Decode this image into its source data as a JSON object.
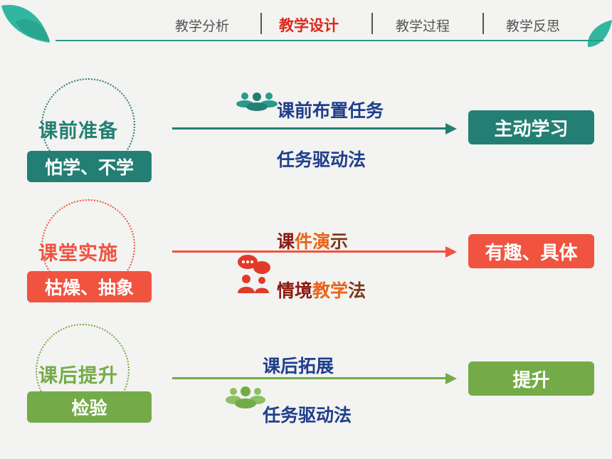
{
  "nav": {
    "items": [
      "教学分析",
      "教学设计",
      "教学过程",
      "教学反思"
    ],
    "active": "教学设计"
  },
  "rows": [
    {
      "stage": "课前准备",
      "problem": "怕学、不学",
      "method_top": "课前布置任务",
      "method_bottom": "任务驱动法",
      "result": "主动学习",
      "color": "#237f74",
      "icon": "group-people-icon"
    },
    {
      "stage": "课堂实施",
      "problem": "枯燥、抽象",
      "method_top_parts": [
        "课",
        "件",
        "演",
        "示"
      ],
      "method_bottom_parts": [
        "情",
        "境",
        "教",
        "学",
        "法"
      ],
      "result": "有趣、具体",
      "color": "#f0533f",
      "icon": "discussion-people-icon"
    },
    {
      "stage": "课后提升",
      "problem": "检验",
      "method_top": "课后拓展",
      "method_bottom": "任务驱动法",
      "result": "提升",
      "color": "#74ab48",
      "icon": "group-people-icon"
    }
  ],
  "colors": {
    "teal": "#237f74",
    "red": "#f0533f",
    "green": "#74ab48",
    "navy": "#1f3f8c",
    "dark_red": "#8b1a0e",
    "orange": "#e8641a",
    "brown": "#7a3a1a",
    "nav_active": "#e0251b"
  }
}
